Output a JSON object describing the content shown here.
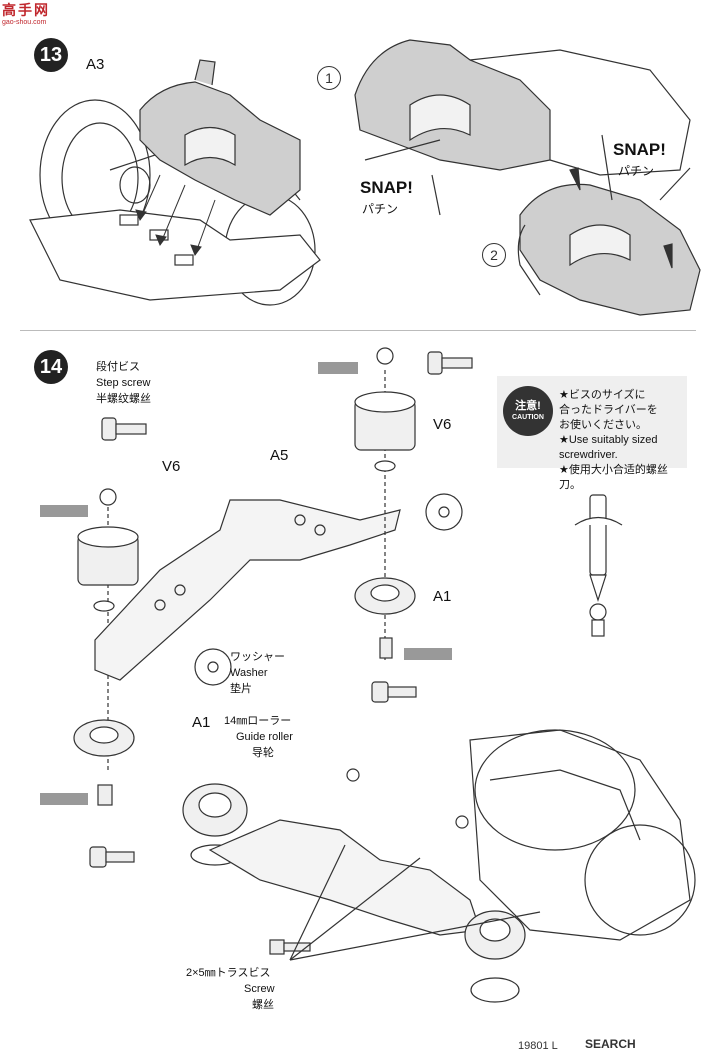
{
  "watermark": {
    "site": "高手网",
    "url": "gao-shou.com"
  },
  "step13": {
    "number": "13",
    "part_label": "A3",
    "sub1": "1",
    "sub2": "2",
    "snap_left": {
      "en": "SNAP!",
      "jp": "パチン"
    },
    "snap_right": {
      "en": "SNAP!",
      "jp": "パチン"
    }
  },
  "step14": {
    "number": "14",
    "step_screw": {
      "jp": "段付ビス",
      "en": "Step screw",
      "cn": "半螺纹螺丝"
    },
    "part_v6_left": "V6",
    "part_v6_right": "V6",
    "part_a5": "A5",
    "part_a1_left": "A1",
    "part_a1_right": "A1",
    "washer": {
      "jp": "ワッシャー",
      "en": "Washer",
      "cn": "垫片"
    },
    "guide_roller": {
      "jp": "14㎜ローラー",
      "en": "Guide roller",
      "cn": "导轮"
    },
    "screw": {
      "jp": "2×5㎜トラスビス",
      "en": "Screw",
      "cn": "螺丝"
    },
    "caution": {
      "badge_jp": "注意!",
      "badge_en": "CAUTION",
      "lines": [
        "★ビスのサイズに",
        "合ったドライバーを",
        "お使いください。",
        "★Use suitably sized",
        "screwdriver.",
        "★使用大小合适的螺丝刀。"
      ]
    }
  },
  "footer": {
    "code": "19801 L",
    "search": "SEARCH"
  }
}
